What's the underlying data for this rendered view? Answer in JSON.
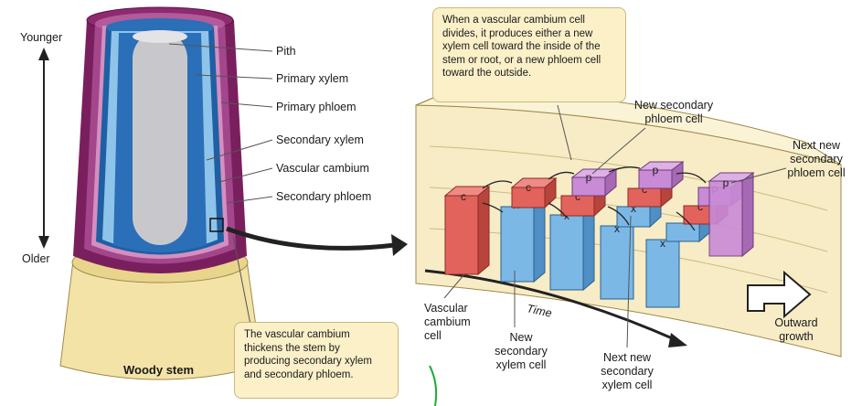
{
  "stem": {
    "time_axis": {
      "top": "Younger",
      "bottom": "Older"
    },
    "labels": [
      "Pith",
      "Primary xylem",
      "Primary phloem",
      "Secondary xylem",
      "Vascular cambium",
      "Secondary phloem"
    ],
    "caption": "Woody stem",
    "callout": "The vascular cambium thickens the stem by producing secondary xylem and secondary phloem."
  },
  "cambium": {
    "callout": "When a vascular cambium cell divides, it produces either a new xylem cell toward the inside of the stem or root, or a new phloem cell toward the outside.",
    "top_labels": {
      "new_phloem": "New secondary phloem cell",
      "next_phloem": "Next new secondary phloem cell"
    },
    "bottom_labels": {
      "cambium_cell": "Vascular cambium cell",
      "new_xylem": "New secondary xylem cell",
      "next_xylem": "Next new secondary xylem cell",
      "time": "Time",
      "outward": "Outward growth"
    },
    "cell_letters": {
      "cambium": "c",
      "xylem": "x",
      "phloem": "p"
    }
  },
  "colors": {
    "outer_bark": "#7a1f5e",
    "phloem": "#9c3a86",
    "cambium_band": "#1f5fa3",
    "xylem": "#8fc4ea",
    "pith": "#c8c8cc",
    "wood": "#f3e3a6",
    "cambium_cell": "#e2635c",
    "xylem_cell": "#5aa6dc",
    "phloem_cell": "#c98ad6"
  }
}
